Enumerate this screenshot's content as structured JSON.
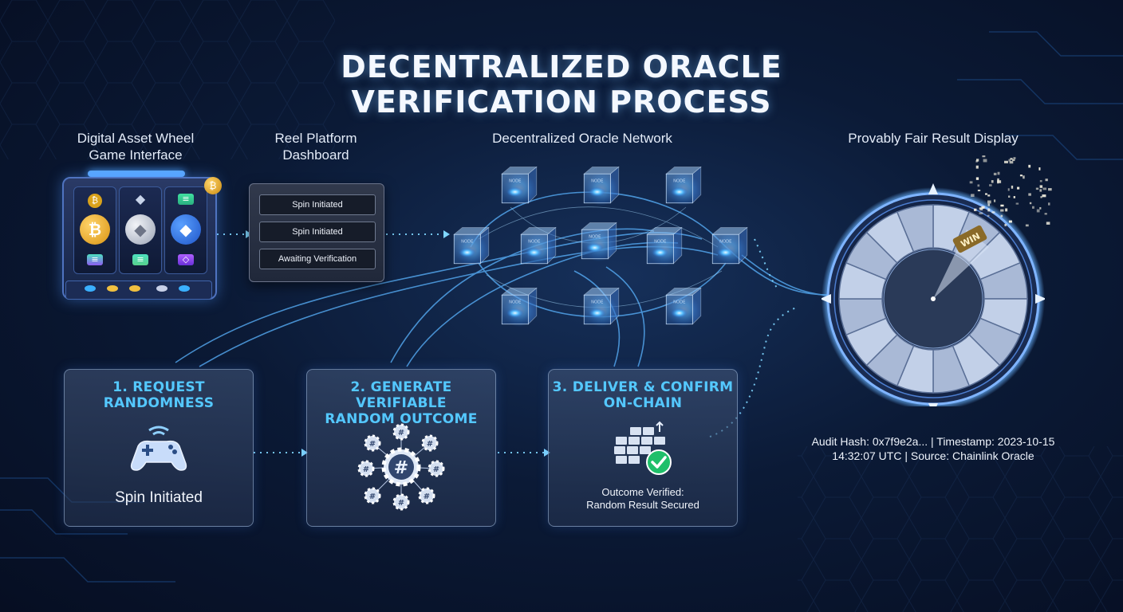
{
  "title_line1": "DECENTRALIZED ORACLE",
  "title_line2": "VERIFICATION PROCESS",
  "sections": {
    "game_line1": "Digital Asset Wheel",
    "game_line2": "Game Interface",
    "platform_line1": "Reel Platform",
    "platform_line2": "Dashboard",
    "network": "Decentralized Oracle Network",
    "result": "Provably Fair Result Display"
  },
  "dashboard": {
    "rows": [
      "Spin Initiated",
      "Spin Initiated",
      "Awaiting Verification"
    ]
  },
  "slot_machine": {
    "reels": [
      {
        "top": "bitcoin-icon",
        "center": "bitcoin-coin-icon",
        "bottom": "solana-icon"
      },
      {
        "top": "ethereum-icon",
        "center": "ethereum-coin-icon",
        "bottom": "solana-icon"
      },
      {
        "top": "solana-icon",
        "center": "ethereum-coin-icon",
        "bottom": "polygon-icon"
      }
    ],
    "center_symbols": [
      "₿",
      "◆",
      "◆"
    ]
  },
  "oracle_node_label": "NODE",
  "wheel": {
    "win_label": "WIN",
    "segments": 16
  },
  "audit": {
    "line1": "Audit Hash: 0x7f9e2a... | Timestamp: 2023-10-15",
    "line2": "14:32:07 UTC | Source: Chainlink Oracle"
  },
  "steps": [
    {
      "title_line1": "1. REQUEST",
      "title_line2": "RANDOMNESS",
      "icon": "gamepad-icon",
      "caption_line1": "Spin Initiated",
      "caption_line2": ""
    },
    {
      "title_line1": "2. GENERATE VERIFIABLE",
      "title_line2": "RANDOM OUTCOME",
      "icon": "gear-network-icon",
      "caption_line1": "",
      "caption_line2": "",
      "hash_symbol": "#"
    },
    {
      "title_line1": "3. DELIVER & CONFIRM",
      "title_line2": "ON-CHAIN",
      "icon": "blockchain-check-icon",
      "caption_line1": "Outcome Verified:",
      "caption_line2": "Random Result Secured"
    }
  ],
  "colors": {
    "accent": "#54c8ff",
    "glow": "#3aa0ff",
    "background": "#0b1a36",
    "check": "#1fbf6a"
  }
}
